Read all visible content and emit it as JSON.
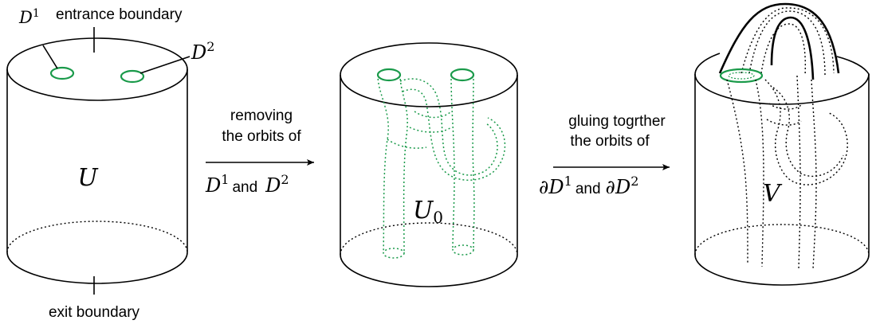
{
  "labels": {
    "d1_top": "D",
    "d1_top_sup": "1",
    "entrance": "entrance boundary",
    "d2_top": "D",
    "d2_top_sup": "2",
    "exit": "exit boundary",
    "U": "U",
    "U0_main": "U",
    "U0_sub": "0",
    "V": "V"
  },
  "arrow1": {
    "line1": "removing",
    "line2": "the orbits of",
    "d1": "D",
    "d1_sup": "1",
    "and": "and",
    "d2": "D",
    "d2_sup": "2"
  },
  "arrow2": {
    "line1": "gluing togrther",
    "line2": "the orbits of",
    "partial1": "∂D",
    "d1_sup": "1",
    "and": "and",
    "partial2": "∂D",
    "d2_sup": "2"
  },
  "colors": {
    "ink": "#000000",
    "green": "#1a9a4a"
  }
}
